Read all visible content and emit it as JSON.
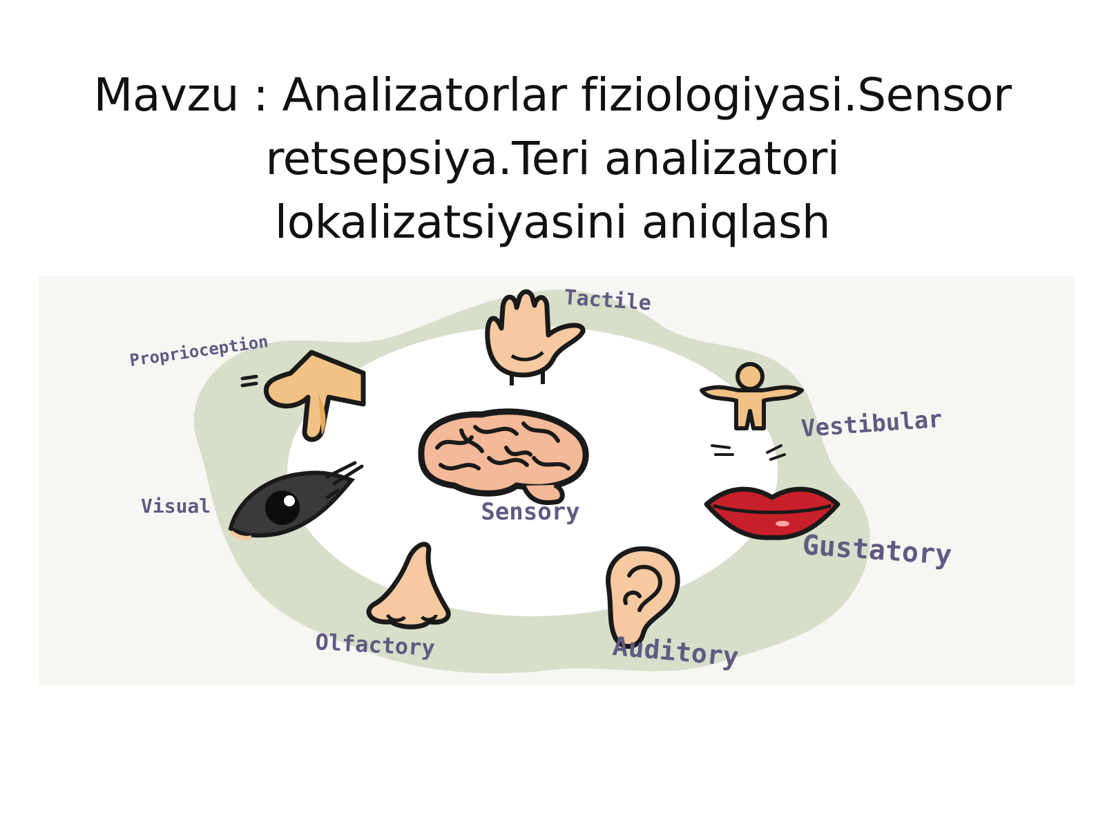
{
  "slide": {
    "title_lines": [
      "Mavzu : Analizatorlar fiziologiyasi.Sensor",
      "retsepsiya.Teri analizatori",
      "lokalizatsiyasini aniqlash"
    ]
  },
  "diagram": {
    "center": {
      "label": "Sensory",
      "icon": "brain-icon"
    },
    "senses": [
      {
        "id": "tactile",
        "label": "Tactile",
        "icon": "hand-icon"
      },
      {
        "id": "vestibular",
        "label": "Vestibular",
        "icon": "person-balance-icon"
      },
      {
        "id": "gustatory",
        "label": "Gustatory",
        "icon": "lips-icon"
      },
      {
        "id": "auditory",
        "label": "Auditory",
        "icon": "ear-icon"
      },
      {
        "id": "olfactory",
        "label": "Olfactory",
        "icon": "nose-icon"
      },
      {
        "id": "visual",
        "label": "Visual",
        "icon": "eye-icon"
      },
      {
        "id": "proprioception",
        "label": "Proprioception",
        "icon": "knee-icon"
      }
    ],
    "colors": {
      "ring": "#d7dec9",
      "label": "#5f5b82",
      "skin": "#f6c9a0",
      "leg": "#f2c185",
      "lips": "#c8202a",
      "outline": "#1a1a1a"
    }
  }
}
